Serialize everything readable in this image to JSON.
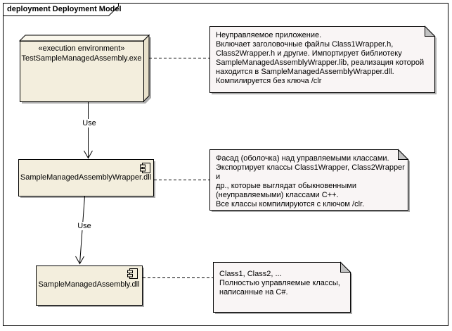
{
  "frame": {
    "title": "deployment Deployment Model"
  },
  "colors": {
    "background": "#FFFFFF",
    "frame_border": "#000000",
    "element_fill": "#F3EEDD",
    "element_fill_side": "#E8E1CB",
    "element_fill_top": "#FAF7EC",
    "element_border": "#000000",
    "note_fill": "#F9F5F5",
    "note_fold": "#C2C2C2",
    "shadow": "#ABABAB",
    "text": "#000000"
  },
  "elements": {
    "execution_node": {
      "stereotype": "«execution environment»",
      "name": "TestSampleManagedAssembly.exe"
    },
    "wrapper_component": {
      "name": "SampleManagedAssemblyWrapper.dll"
    },
    "assembly_component": {
      "name": "SampleManagedAssembly.dll"
    }
  },
  "notes": {
    "unmanaged_app_note": {
      "text": "Неуправляемое приложение.\nВключает заголовочные файлы Class1Wrapper.h,\nClass2Wrapper.h и другие. Импортирует библиотеку\nSampleManagedAssemblyWrapper.lib, реализация которой\nнаходится в SampleManagedAssemblyWrapper.dll.\nКомпилируется без ключа /clr"
    },
    "facade_note": {
      "text": "Фасад (оболочка) над управляемыми классами.\nЭкспортирует классы Class1Wrapper, Class2Wrapper и\nдр., которые выглядат обыкновенными\n(неуправляемыми) классами C++.\nВсе классы компилируются с ключом /clr."
    },
    "managed_classes_note": {
      "text": "Class1, Class2, ...\nПолностью управляемые классы,\nнаписанные на C#."
    }
  },
  "connectors": {
    "use_1": {
      "label": "Use"
    },
    "use_2": {
      "label": "Use"
    }
  }
}
